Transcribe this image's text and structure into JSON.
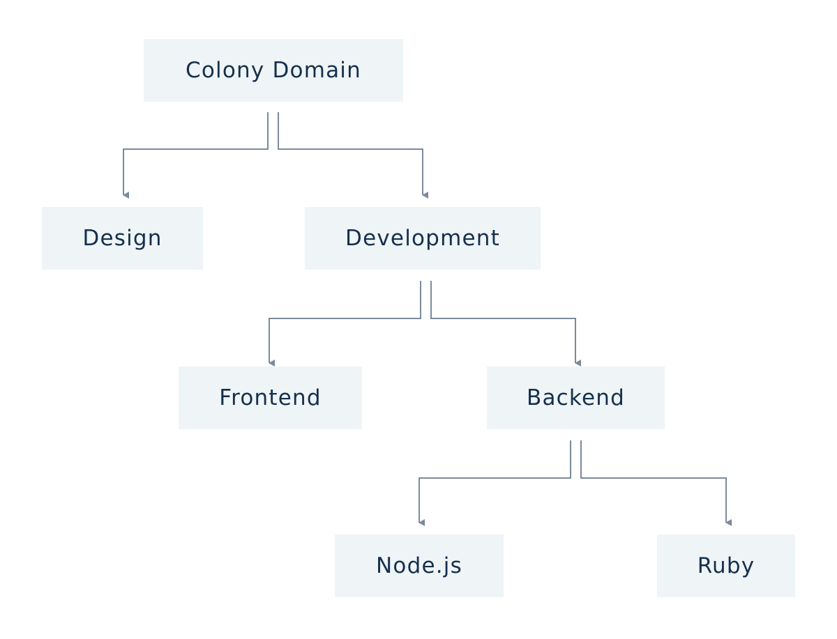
{
  "diagram": {
    "type": "tree",
    "line_color": "#7b8a9c",
    "box_color": "#eff4f7",
    "text_color": "#15304c",
    "nodes": {
      "colony_domain": {
        "label": "Colony Domain"
      },
      "design": {
        "label": "Design"
      },
      "development": {
        "label": "Development"
      },
      "frontend": {
        "label": "Frontend"
      },
      "backend": {
        "label": "Backend"
      },
      "nodejs": {
        "label": "Node.js"
      },
      "ruby": {
        "label": "Ruby"
      }
    },
    "edges": [
      {
        "from": "colony_domain",
        "to": "design"
      },
      {
        "from": "colony_domain",
        "to": "development"
      },
      {
        "from": "development",
        "to": "frontend"
      },
      {
        "from": "development",
        "to": "backend"
      },
      {
        "from": "backend",
        "to": "nodejs"
      },
      {
        "from": "backend",
        "to": "ruby"
      }
    ]
  }
}
